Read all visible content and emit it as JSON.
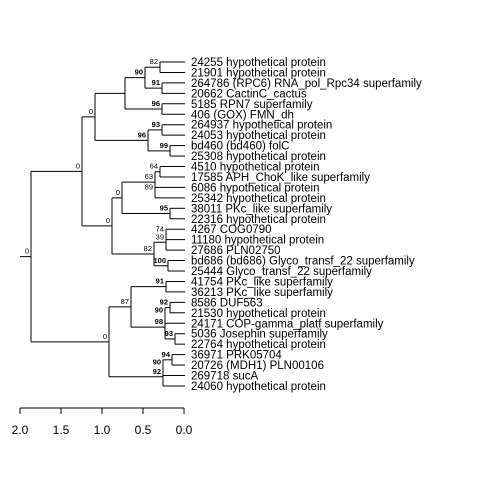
{
  "tree": {
    "leaves": [
      "24255 hypothetical protein",
      "21901 hypothetical protein",
      "264786 (RPC6) RNA_pol_Rpc34 superfamily",
      "20662 CactinC_cactus",
      "5185 RPN7 superfamily",
      "406 (GOX) FMN_dh",
      "264937 hypothetical protein",
      "24053 hypothetical protein",
      "bd460 (bd460) folC",
      "25308 hypothetical protein",
      "4510 hypothetical protein",
      "17585 APH_ChoK_like superfamily",
      "6086 hypothetical protein",
      "25342 hypothetical protein",
      "38011 PKc_like superfamily",
      "22316 hypothetical protein",
      "4267 COG0790",
      "11180 hypothetical protein",
      "27686 PLN02750",
      "bd686 (bd686) Glyco_transf_22 superfamily",
      "25444 Glyco_transf_22 superfamily",
      "41754 PKc_like superfamily",
      "36213 PKc_like superfamily",
      "8586 DUF563",
      "21530 hypothetical protein",
      "24171 COP-gamma_platf superfamily",
      "5036 Josephin superfamily",
      "22764 hypothetical protein",
      "36971 PRK05704",
      "20726 (MDH1) PLN00106",
      "269718 sucA",
      "24060 hypothetical protein"
    ],
    "support": {
      "root": "0",
      "upper": "0",
      "a": "0",
      "a1": "90",
      "a1a": "82",
      "a1b": "91",
      "a2": "96",
      "a3": "96",
      "a3a": "93",
      "a3b": "99",
      "b": "0",
      "b1": "0",
      "b2": "64",
      "b3": "63",
      "b4": "89",
      "b5": "95",
      "c": "82",
      "c1": "74",
      "c2": "39",
      "c3": "100",
      "d": "0",
      "d1": "87",
      "d2": "91",
      "d3": "92",
      "d4": "90",
      "d5": "98",
      "d6": "93",
      "d7": "92",
      "d8": "90",
      "d9": "94"
    },
    "scale": {
      "ticks": [
        "2.0",
        "1.5",
        "1.0",
        "0.5",
        "0.0"
      ]
    }
  }
}
